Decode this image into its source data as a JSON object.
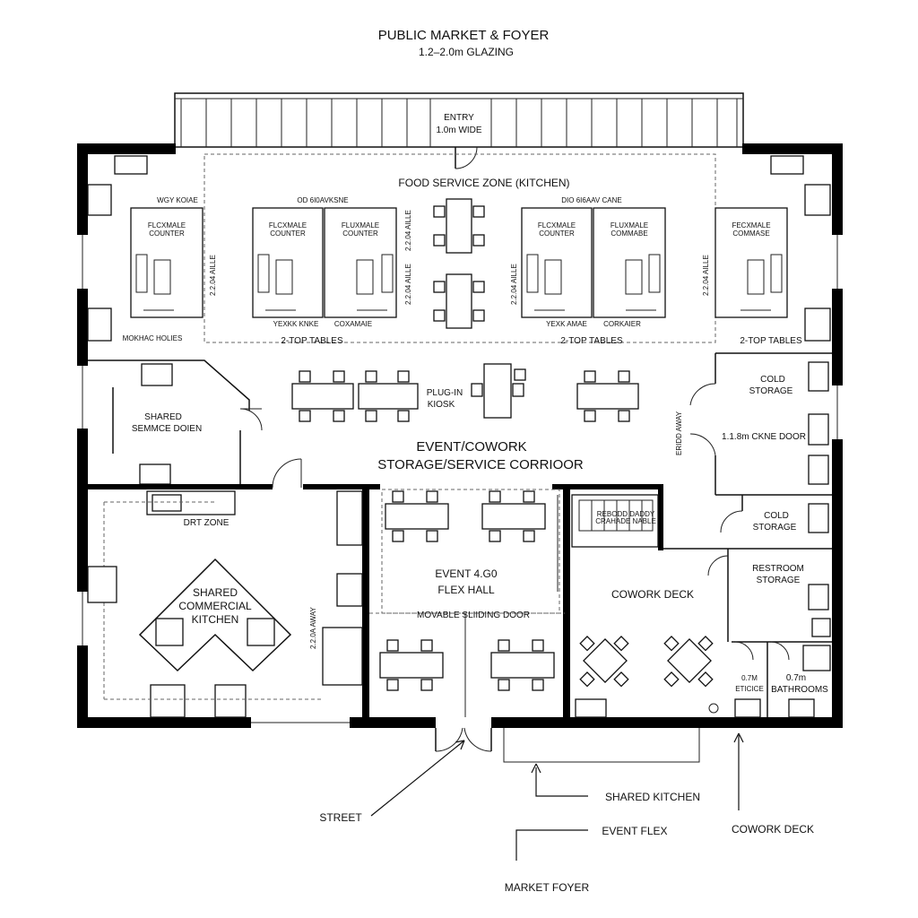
{
  "header": {
    "title": "PUBLIC MARKET & FOYER",
    "subtitle": "1.2–2.0m GLAZING"
  },
  "rooms": {
    "entry_1": "ENTRY",
    "entry_2": "1.0m WIDE",
    "food_service": "FOOD SERVICE ZONE (KITCHEN)",
    "sub_left": "WGY KOIAE",
    "sub_mid": "OD 6I0AVKSNE",
    "sub_right": "DIO 6I6AAV CANE",
    "counter_1a": "FLCXMALE",
    "counter_1b": "COUNTER",
    "counter_2a": "FLCXMALE",
    "counter_2b": "COUNTER",
    "counter_3a": "FLUXMALE",
    "counter_3b": "COUNTER",
    "counter_4a": "FLCXMALE",
    "counter_4b": "COUNTER",
    "counter_5a": "FLUXMALE",
    "counter_5b": "COMMABE",
    "counter_6a": "FECXMALE",
    "counter_6b": "COMMASE",
    "aisle_1": "2.2.04 AILLE",
    "aisle_2": "2.2.04 AILLE",
    "aisle_3": "2.2.04 AILLE",
    "aisle_4": "2.2.04 AILLE",
    "aisle_5": "2.2.04 AILLE",
    "small_1": "MOKHAC HOLIES",
    "small_2": "YEXKK KNKE",
    "small_3": "COXAMAIE",
    "small_4": "YEXK AMAE",
    "small_5": "CORKAIER",
    "tables_1": "2-TOP TABLES",
    "tables_2": "2-TOP TABLES",
    "tables_3": "2-TOP TABLES",
    "plug_1": "PLUG-IN",
    "plug_2": "KIOSK",
    "shared_service_1": "SHARED",
    "shared_service_2": "SEMMCE DOIEN",
    "cold_storage_1": "COLD",
    "cold_storage_2": "STORAGE",
    "cold_door": "1.1.8m CKNE DOOR",
    "vertical_label": "ERIDD AWAY",
    "event_cowork": "EVENT/COWORK",
    "corridor": "STORAGE/SERVICE CORRIOOR",
    "dry_zone": "DRT ZONE",
    "kitchen_1": "SHARED",
    "kitchen_2": "COMMERCIAL",
    "kitchen_3": "KITCHEN",
    "kitchen_aisle": "2.2.0A AWAY",
    "flex_1": "EVENT 4.G0",
    "flex_2": "FLEX HALL",
    "sliding_door": "MOVABLE SLIIDING DOOR",
    "cowork_deck": "COWORK DECK",
    "cold_storage2_1": "COLD",
    "cold_storage2_2": "STORAGE",
    "restroom_1": "RESTROOM",
    "restroom_2": "STORAGE",
    "etice_1": "0.7M",
    "etice_2": "ETICICE",
    "bath_1": "0.7m",
    "bath_2": "BATHROOMS",
    "stair_1": "REBODD DADDY",
    "stair_2": "CRAHADE NABLE"
  },
  "callouts": {
    "street": "STREET",
    "shared_kitchen": "SHARED KITCHEN",
    "event_flex": "EVENT FLEX",
    "cowork_deck": "COWORK DECK",
    "market_foyer": "MARKET FOYER"
  }
}
